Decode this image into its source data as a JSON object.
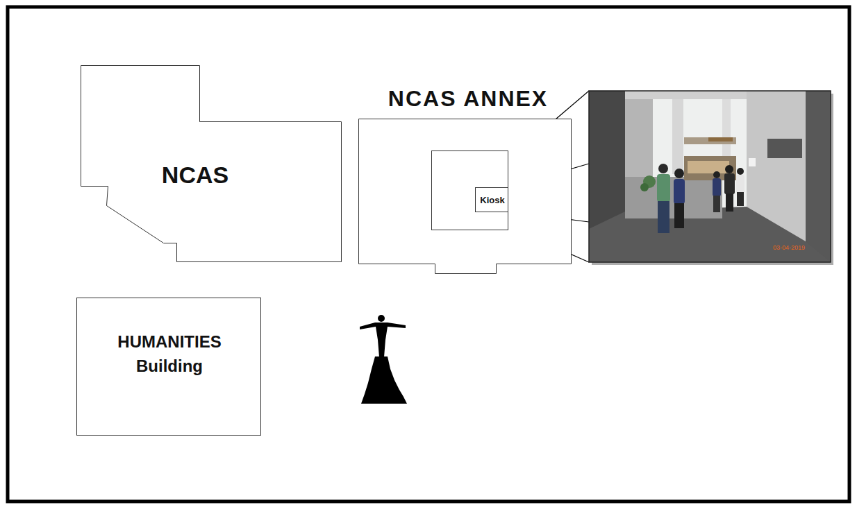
{
  "diagram": {
    "nodes": [
      {
        "text": [
          "NCAS"
        ]
      },
      {
        "text": [
          "NCAS ANNEX"
        ]
      },
      {
        "text": [
          "Kiosk"
        ],
        "in": 1
      },
      {
        "text": [
          "HUMANITIES Building"
        ]
      }
    ],
    "labels": [
      "03-04-2019"
    ]
  }
}
